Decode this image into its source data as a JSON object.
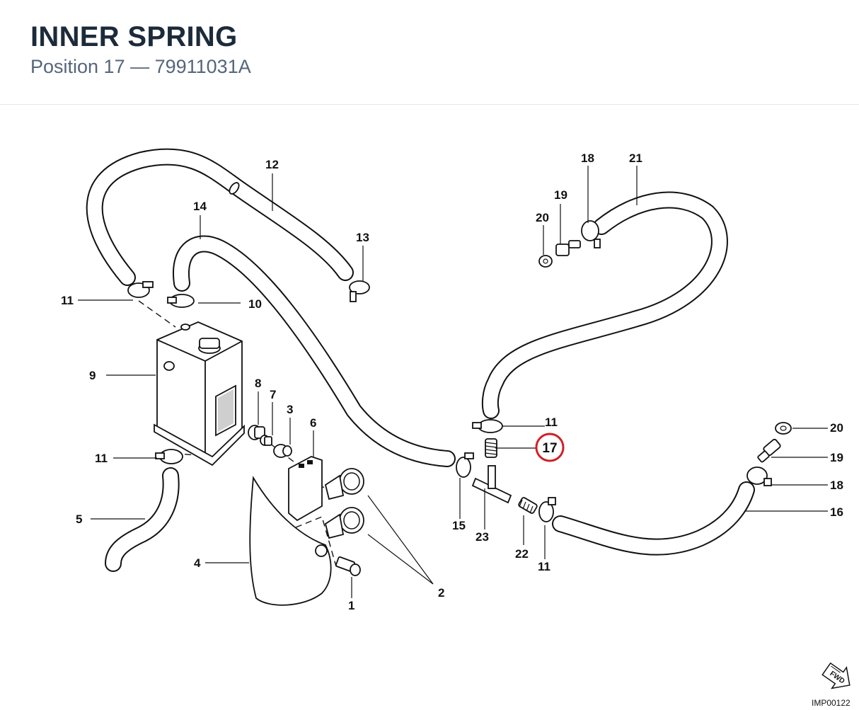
{
  "header": {
    "title": "INNER SPRING",
    "subtitle": "Position 17 — 79911031A"
  },
  "diagram": {
    "labels": {
      "l1": "1",
      "l2": "2",
      "l3": "3",
      "l4": "4",
      "l5": "5",
      "l6": "6",
      "l7": "7",
      "l8": "8",
      "l9": "9",
      "l10": "10",
      "l11a": "11",
      "l11b": "11",
      "l11c": "11",
      "l11d": "11",
      "l12": "12",
      "l13": "13",
      "l14": "14",
      "l15": "15",
      "l16": "16",
      "l17": "17",
      "l18a": "18",
      "l18b": "18",
      "l19a": "19",
      "l19b": "19",
      "l20a": "20",
      "l20b": "20",
      "l21": "21",
      "l22": "22",
      "l23": "23"
    },
    "highlight_color": "#d21f26",
    "fwd_badge": "FWD",
    "image_code": "IMP00122"
  }
}
